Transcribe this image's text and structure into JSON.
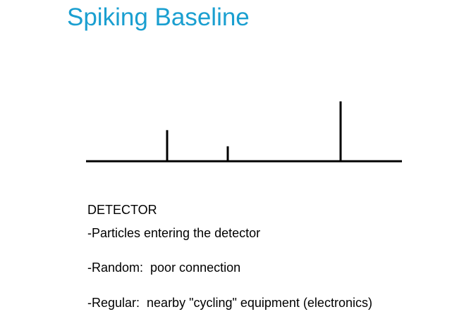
{
  "slide": {
    "title": "Spiking Baseline",
    "title_color": "#1a9fd0"
  },
  "diagram": {
    "baseline_color": "#000000",
    "spikes": [
      {
        "relative_height": 0.52
      },
      {
        "relative_height": 0.25
      },
      {
        "relative_height": 1.0
      }
    ]
  },
  "notes": {
    "heading": "DETECTOR",
    "lines": [
      "-Particles entering the detector",
      "-Random:  poor connection",
      "-Regular:  nearby \"cycling\" equipment (electronics)"
    ]
  }
}
